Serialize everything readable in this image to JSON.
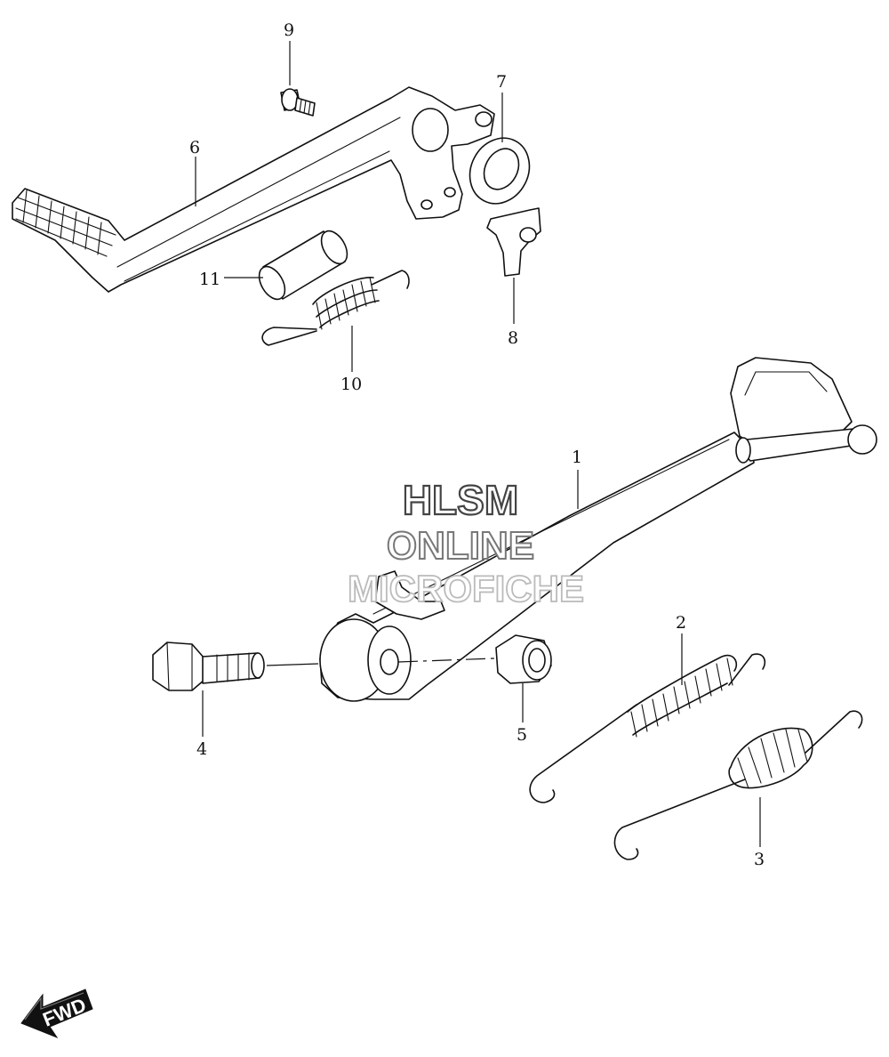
{
  "watermark": {
    "line1": "HLSM",
    "line2": "ONLINE",
    "line3": "MICROFICHE"
  },
  "direction_label": "FWD",
  "callouts": [
    {
      "id": "1",
      "label": "1"
    },
    {
      "id": "2",
      "label": "2"
    },
    {
      "id": "3",
      "label": "3"
    },
    {
      "id": "4",
      "label": "4"
    },
    {
      "id": "5",
      "label": "5"
    },
    {
      "id": "6",
      "label": "6"
    },
    {
      "id": "7",
      "label": "7"
    },
    {
      "id": "8",
      "label": "8"
    },
    {
      "id": "9",
      "label": "9"
    },
    {
      "id": "10",
      "label": "10"
    },
    {
      "id": "11",
      "label": "11"
    }
  ],
  "colors": {
    "line": "#111111",
    "background": "#ffffff"
  }
}
